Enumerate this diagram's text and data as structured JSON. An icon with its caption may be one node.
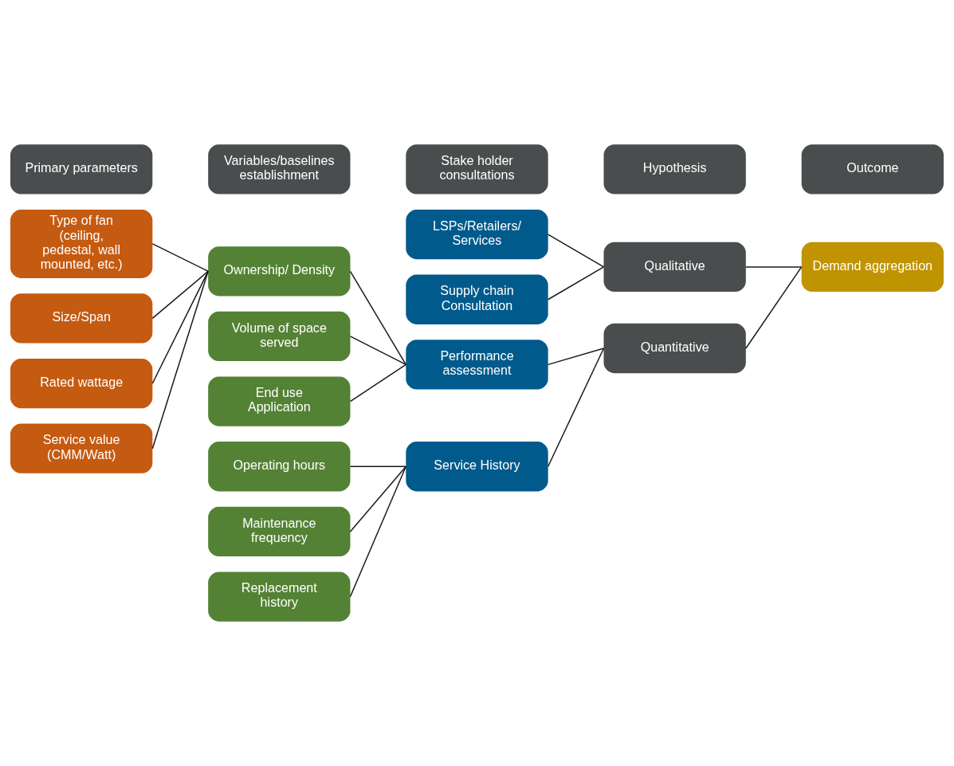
{
  "diagram": {
    "nodes": [
      {
        "text": [
          "Primary parameters"
        ]
      },
      {
        "text": [
          "Variables/baselines establishment"
        ]
      },
      {
        "text": [
          "Stake holder consultations"
        ]
      },
      {
        "text": [
          "Hypothesis"
        ]
      },
      {
        "text": [
          "Outcome"
        ]
      },
      {
        "text": [
          "Type of fan (ceiling, pedestal, wall mounted, etc.)"
        ]
      },
      {
        "text": [
          "Size/Span"
        ]
      },
      {
        "text": [
          "Rated wattage"
        ]
      },
      {
        "text": [
          "Service value (CMM/Watt)"
        ]
      },
      {
        "text": [
          "Ownership/ Density"
        ]
      },
      {
        "text": [
          "Volume of space served"
        ]
      },
      {
        "text": [
          "End use Application"
        ]
      },
      {
        "text": [
          "Operating hours"
        ]
      },
      {
        "text": [
          "Maintenance frequency"
        ]
      },
      {
        "text": [
          "Replacement history"
        ]
      },
      {
        "text": [
          "LSPs/Retailers/ Services"
        ]
      },
      {
        "text": [
          "Supply chain Consultation"
        ]
      },
      {
        "text": [
          "Performance assessment"
        ]
      },
      {
        "text": [
          "Service History"
        ]
      },
      {
        "text": [
          "Qualitative"
        ]
      },
      {
        "text": [
          "Quantitative"
        ]
      },
      {
        "text": [
          "Demand aggregation"
        ]
      }
    ],
    "edges": [
      {
        "from": 5,
        "to": 9,
        "arrow": "none"
      },
      {
        "from": 6,
        "to": 9,
        "arrow": "none"
      },
      {
        "from": 7,
        "to": 9,
        "arrow": "none"
      },
      {
        "from": 8,
        "to": 9,
        "arrow": "none"
      },
      {
        "from": 9,
        "to": 17,
        "arrow": "none"
      },
      {
        "from": 10,
        "to": 17,
        "arrow": "none"
      },
      {
        "from": 11,
        "to": 17,
        "arrow": "none"
      },
      {
        "from": 12,
        "to": 18,
        "arrow": "none"
      },
      {
        "from": 13,
        "to": 18,
        "arrow": "none"
      },
      {
        "from": 14,
        "to": 18,
        "arrow": "none"
      },
      {
        "from": 15,
        "to": 19,
        "arrow": "none"
      },
      {
        "from": 16,
        "to": 19,
        "arrow": "none"
      },
      {
        "from": 17,
        "to": 20,
        "arrow": "none"
      },
      {
        "from": 18,
        "to": 20,
        "arrow": "none"
      },
      {
        "from": 19,
        "to": 21,
        "arrow": "none"
      },
      {
        "from": 20,
        "to": 21,
        "arrow": "none"
      }
    ]
  }
}
